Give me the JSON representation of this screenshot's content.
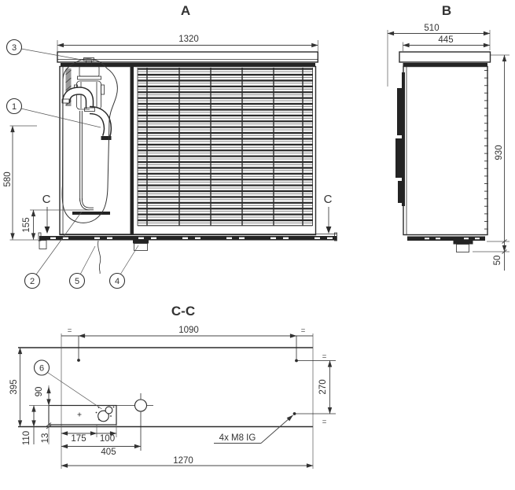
{
  "drawing": {
    "views": {
      "front": {
        "label": "A",
        "dim_width": "1320",
        "dim_connection_height": "580",
        "dim_drain_height": "155",
        "section_letter": "C",
        "callout1": "1",
        "callout2": "2",
        "callout3": "3",
        "callout4": "4",
        "callout5": "5"
      },
      "side": {
        "label": "B",
        "dim_depth": "510",
        "dim_top_depth": "445",
        "dim_height": "930",
        "dim_foot_height": "50"
      },
      "section": {
        "label": "C-C",
        "dim_bolt_spacing": "1090",
        "dim_depth": "395",
        "dim_bolt_depth_spacing": "270",
        "dim_rail_inner": "90",
        "dim_rail_depth": "110",
        "dim_edge_offset": "13",
        "dim_drain_offset_1": "175",
        "dim_drain_offset_2": "100",
        "dim_bolt_offset": "405",
        "dim_base_length": "1270",
        "equal_mark": "=",
        "thread_note": "4x M8 IG",
        "callout6": "6"
      }
    },
    "colors": {
      "line": "#2b2b2b",
      "dimension": "#444444",
      "background": "#ffffff"
    }
  }
}
